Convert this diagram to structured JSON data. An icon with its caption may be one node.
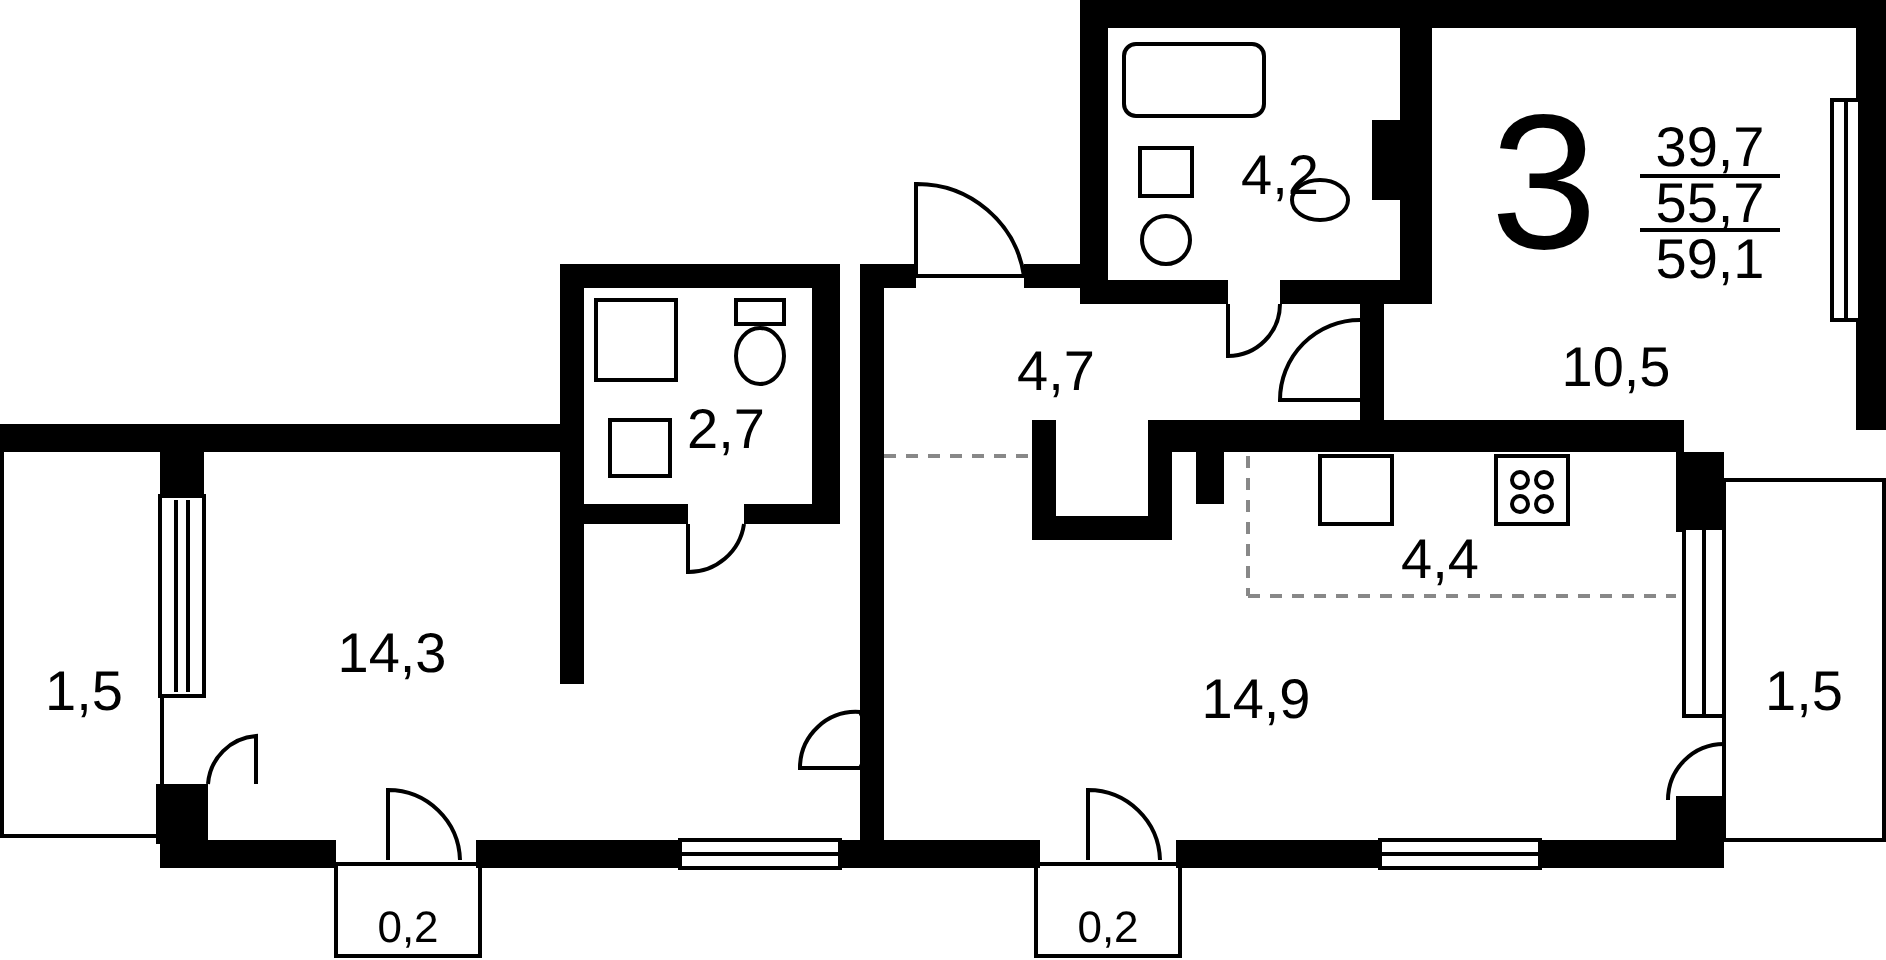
{
  "diagram": {
    "labels": [
      "3",
      "39,7",
      "55,7",
      "59,1",
      "4,2",
      "4,7",
      "10,5",
      "2,7",
      "4,4",
      "14,3",
      "1,5",
      "14,9",
      "1,5",
      "0,2",
      "0,2"
    ]
  }
}
